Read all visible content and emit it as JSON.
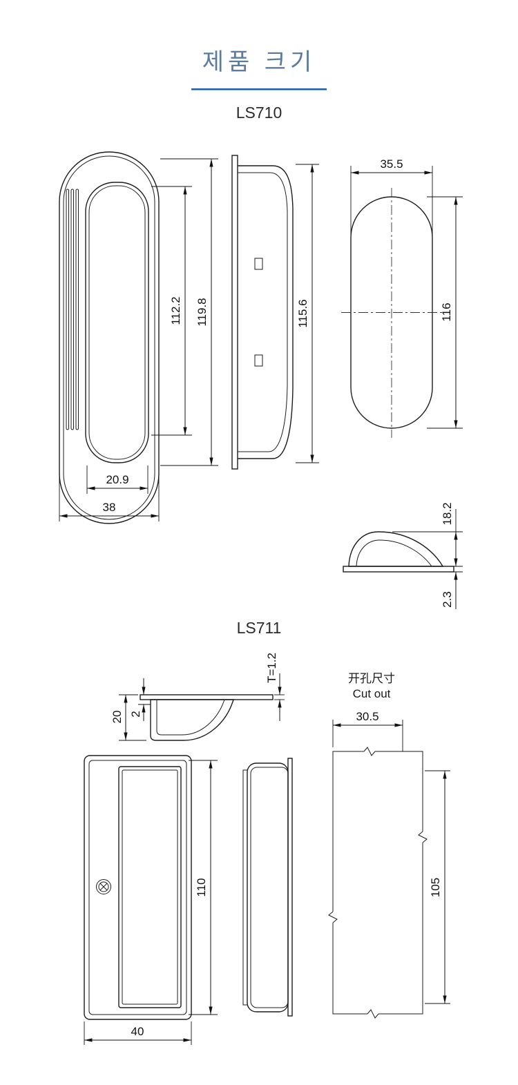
{
  "page": {
    "title": "제품 크기",
    "title_color": "#5b7c9e",
    "accent_color": "#1a5dad",
    "line_color": "#1b1b1b",
    "background": "#ffffff"
  },
  "ls710": {
    "model": "LS710",
    "front_view": {
      "recess_height": "112.2",
      "overall_height": "119.8",
      "recess_width": "20.9",
      "overall_width": "38"
    },
    "side_view": {
      "body_height": "115.6"
    },
    "top_view": {
      "width": "35.5",
      "height": "116"
    },
    "end_view": {
      "dome_height": "18.2",
      "flange_thickness": "2.3"
    }
  },
  "ls711": {
    "model": "LS711",
    "side_view": {
      "plate_thickness": "T=1.2",
      "depth": "20",
      "edge": "2"
    },
    "front_view": {
      "height": "110",
      "width": "40"
    },
    "cutout": {
      "label_cn": "开孔尺寸",
      "label_en": "Cut out",
      "width": "30.5",
      "height": "105"
    }
  }
}
